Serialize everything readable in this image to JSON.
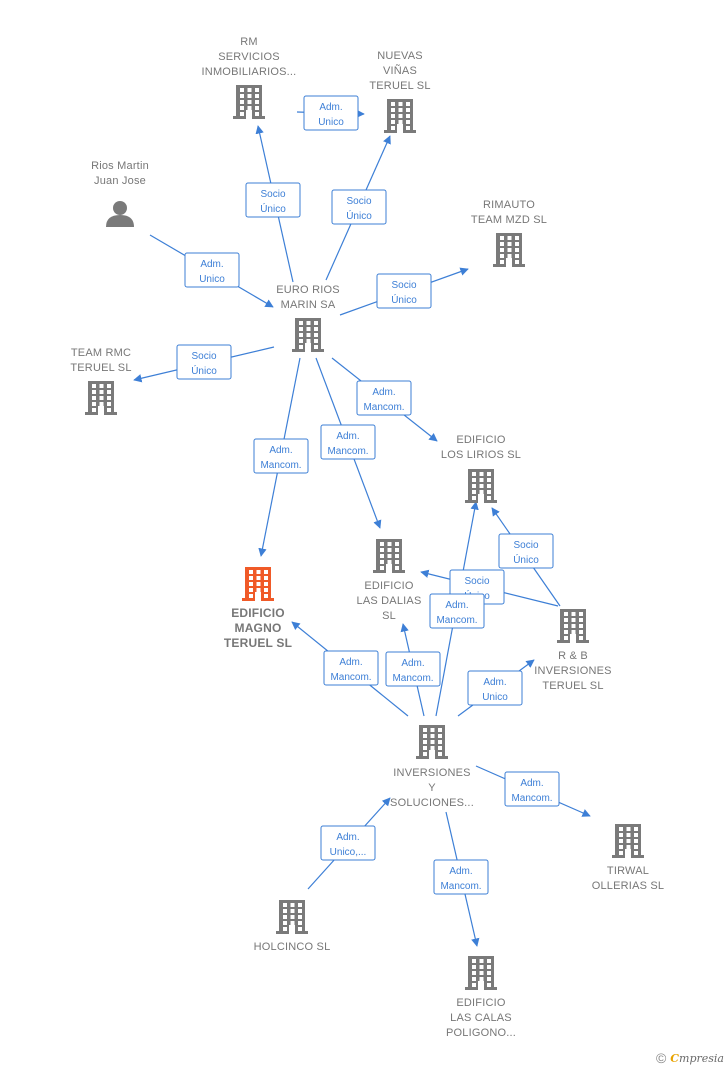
{
  "colors": {
    "edge": "#3d7fd6",
    "building": "#7a7a7a",
    "focus": "#f05a28",
    "person": "#7a7a7a",
    "label": "#777777"
  },
  "nodes": [
    {
      "id": "rm",
      "type": "building",
      "lines": [
        "RM",
        "SERVICIOS",
        "INMOBILIARIOS..."
      ]
    },
    {
      "id": "nuevas",
      "type": "building",
      "lines": [
        "NUEVAS",
        "VIÑAS",
        "TERUEL  SL"
      ]
    },
    {
      "id": "rios",
      "type": "person",
      "lines": [
        "Rios Martin",
        "Juan Jose"
      ]
    },
    {
      "id": "rimauto",
      "type": "building",
      "lines": [
        "RIMAUTO",
        "TEAM MZD SL"
      ]
    },
    {
      "id": "euro",
      "type": "building",
      "lines": [
        "EURO RIOS",
        "MARIN SA"
      ]
    },
    {
      "id": "teamrmc",
      "type": "building",
      "lines": [
        "TEAM RMC",
        "TERUEL  SL"
      ]
    },
    {
      "id": "lirios",
      "type": "building",
      "lines": [
        "EDIFICIO",
        "LOS LIRIOS  SL"
      ]
    },
    {
      "id": "dalias",
      "type": "building",
      "lines": [
        "EDIFICIO",
        "LAS DALIAS",
        "SL"
      ]
    },
    {
      "id": "magno",
      "type": "focus",
      "lines": [
        "EDIFICIO",
        "MAGNO",
        "TERUEL  SL"
      ]
    },
    {
      "id": "rb",
      "type": "building",
      "lines": [
        "R & B",
        "INVERSIONES",
        "TERUEL  SL"
      ]
    },
    {
      "id": "inversiones",
      "type": "building",
      "lines": [
        "INVERSIONES",
        "Y",
        "SOLUCIONES..."
      ]
    },
    {
      "id": "tirwal",
      "type": "building",
      "lines": [
        "TIRWAL",
        "OLLERIAS  SL"
      ]
    },
    {
      "id": "holcinco",
      "type": "building",
      "lines": [
        "HOLCINCO  SL"
      ]
    },
    {
      "id": "calas",
      "type": "building",
      "lines": [
        "EDIFICIO",
        "LAS CALAS",
        "POLIGONO..."
      ]
    }
  ],
  "edges": [
    {
      "from": "euro",
      "to": "rm",
      "label": [
        "Socio",
        "Único"
      ]
    },
    {
      "from": "euro",
      "to": "nuevas",
      "label": [
        "Socio",
        "Único"
      ]
    },
    {
      "from": "rm",
      "to": "nuevas",
      "label": [
        "Adm.",
        "Unico"
      ]
    },
    {
      "from": "rios",
      "to": "euro",
      "label": [
        "Adm.",
        "Unico"
      ]
    },
    {
      "from": "euro",
      "to": "rimauto",
      "label": [
        "Socio",
        "Único"
      ]
    },
    {
      "from": "euro",
      "to": "teamrmc",
      "label": [
        "Socio",
        "Único"
      ]
    },
    {
      "from": "euro",
      "to": "lirios",
      "label": [
        "Adm.",
        "Mancom."
      ]
    },
    {
      "from": "euro",
      "to": "dalias",
      "label": [
        "Adm.",
        "Mancom."
      ]
    },
    {
      "from": "euro",
      "to": "magno",
      "label": [
        "Adm.",
        "Mancom."
      ]
    },
    {
      "from": "rb",
      "to": "lirios",
      "label": [
        "Socio",
        "Único"
      ]
    },
    {
      "from": "rb",
      "to": "dalias",
      "label": [
        "Socio",
        "Único"
      ]
    },
    {
      "from": "inversiones",
      "to": "lirios",
      "label": [
        "Adm.",
        "Mancom."
      ]
    },
    {
      "from": "inversiones",
      "to": "dalias",
      "label": [
        "Adm.",
        "Mancom."
      ]
    },
    {
      "from": "inversiones",
      "to": "magno",
      "label": [
        "Adm.",
        "Mancom."
      ]
    },
    {
      "from": "inversiones",
      "to": "rb",
      "label": [
        "Adm.",
        "Unico"
      ]
    },
    {
      "from": "inversiones",
      "to": "tirwal",
      "label": [
        "Adm.",
        "Mancom."
      ]
    },
    {
      "from": "holcinco",
      "to": "inversiones",
      "label": [
        "Adm.",
        "Unico,..."
      ]
    },
    {
      "from": "inversiones",
      "to": "calas",
      "label": [
        "Adm.",
        "Mancom."
      ]
    }
  ],
  "footer": {
    "copyright": "©",
    "brand_initial": "C",
    "brand_rest": "mpresia"
  }
}
